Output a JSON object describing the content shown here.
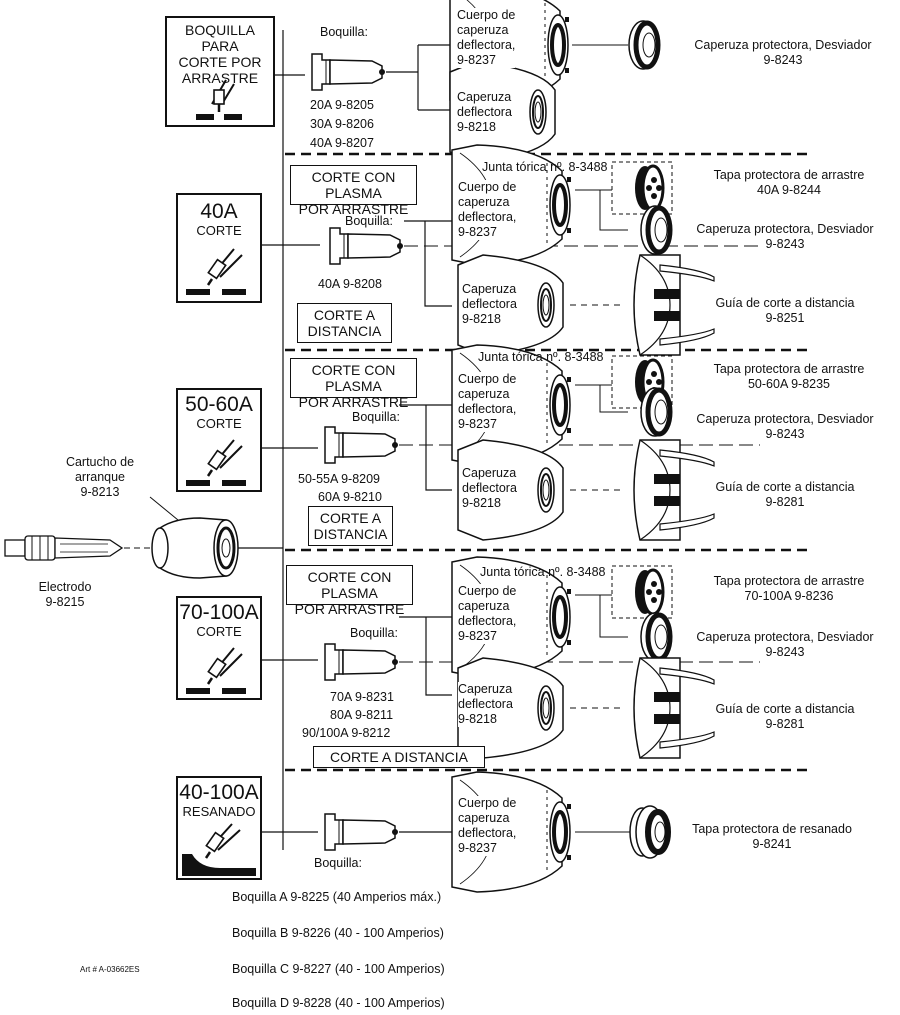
{
  "art_number": "Art # A-03662ES",
  "starter": {
    "cartridge": [
      "Cartucho de",
      "arranque",
      "9-8213"
    ],
    "electrode": [
      "Electrodo",
      "9-8215"
    ]
  },
  "sections": {
    "drag": {
      "box": [
        "BOQUILLA PARA",
        "CORTE POR",
        "ARRASTRE"
      ],
      "tip_label": "Boquilla:",
      "tips": [
        "20A  9-8205",
        "30A  9-8206",
        "40A  9-8207"
      ],
      "body": [
        "Cuerpo de",
        "caperuza",
        "deflectora,",
        "9-8237"
      ],
      "deflector": [
        "Caperuza",
        "deflectora",
        "9-8218"
      ],
      "shield": [
        "Caperuza protectora, Desviador",
        "9-8243"
      ]
    },
    "a40": {
      "amp": "40A",
      "mode": "CORTE",
      "drag_label": [
        "CORTE CON PLASMA",
        "POR ARRASTRE"
      ],
      "standoff_label": [
        "CORTE A",
        "DISTANCIA"
      ],
      "oring": "Junta tórica nº. 8-3488",
      "tip_label": "Boquilla:",
      "tips": [
        "40A  9-8208"
      ],
      "body": [
        "Cuerpo de",
        "caperuza",
        "deflectora,",
        "9-8237"
      ],
      "deflector": [
        "Caperuza",
        "deflectora",
        "9-8218"
      ],
      "drag_shield": [
        "Tapa protectora de arrastre",
        "40A  9-8244"
      ],
      "shield": [
        "Caperuza protectora, Desviador",
        "9-8243"
      ],
      "guide": [
        "Guía de corte a distancia",
        "9-8251"
      ]
    },
    "a50": {
      "amp": "50-60A",
      "mode": "CORTE",
      "drag_label": [
        "CORTE CON PLASMA",
        "POR ARRASTRE"
      ],
      "standoff_label": [
        "CORTE A",
        "DISTANCIA"
      ],
      "oring": "Junta tórica nº. 8-3488",
      "tip_label": "Boquilla:",
      "tips": [
        "50-55A  9-8209",
        "60A  9-8210"
      ],
      "body": [
        "Cuerpo de",
        "caperuza",
        "deflectora,",
        "9-8237"
      ],
      "deflector": [
        "Caperuza",
        "deflectora",
        "9-8218"
      ],
      "drag_shield": [
        "Tapa protectora de arrastre",
        "50-60A  9-8235"
      ],
      "shield": [
        "Caperuza protectora, Desviador",
        "9-8243"
      ],
      "guide": [
        "Guía de corte a distancia",
        "9-8281"
      ]
    },
    "a70": {
      "amp": "70-100A",
      "mode": "CORTE",
      "drag_label": [
        "CORTE CON PLASMA",
        "POR ARRASTRE"
      ],
      "standoff_label": [
        "CORTE A DISTANCIA"
      ],
      "oring": "Junta tórica nº. 8-3488",
      "tip_label": "Boquilla:",
      "tips": [
        "70A  9-8231",
        "80A  9-8211",
        "90/100A  9-8212"
      ],
      "body": [
        "Cuerpo de",
        "caperuza",
        "deflectora,",
        "9-8237"
      ],
      "deflector": [
        "Caperuza",
        "deflectora",
        "9-8218"
      ],
      "drag_shield": [
        "Tapa protectora de arrastre",
        "70-100A  9-8236"
      ],
      "shield": [
        "Caperuza protectora, Desviador",
        "9-8243"
      ],
      "guide": [
        "Guía de corte a distancia",
        "9-8281"
      ]
    },
    "gouge": {
      "amp": "40-100A",
      "mode": "RESANADO",
      "tip_label": "Boquilla:",
      "body": [
        "Cuerpo de",
        "caperuza",
        "deflectora,",
        "9-8237"
      ],
      "shield": [
        "Tapa protectora de resanado",
        "9-8241"
      ],
      "tips": [
        "Boquilla A  9-8225 (40 Amperios máx.)",
        "Boquilla B  9-8226 (40 - 100 Amperios)",
        "Boquilla C  9-8227 (40 - 100 Amperios)",
        "Boquilla D  9-8228 (40 - 100 Amperios)"
      ]
    }
  }
}
